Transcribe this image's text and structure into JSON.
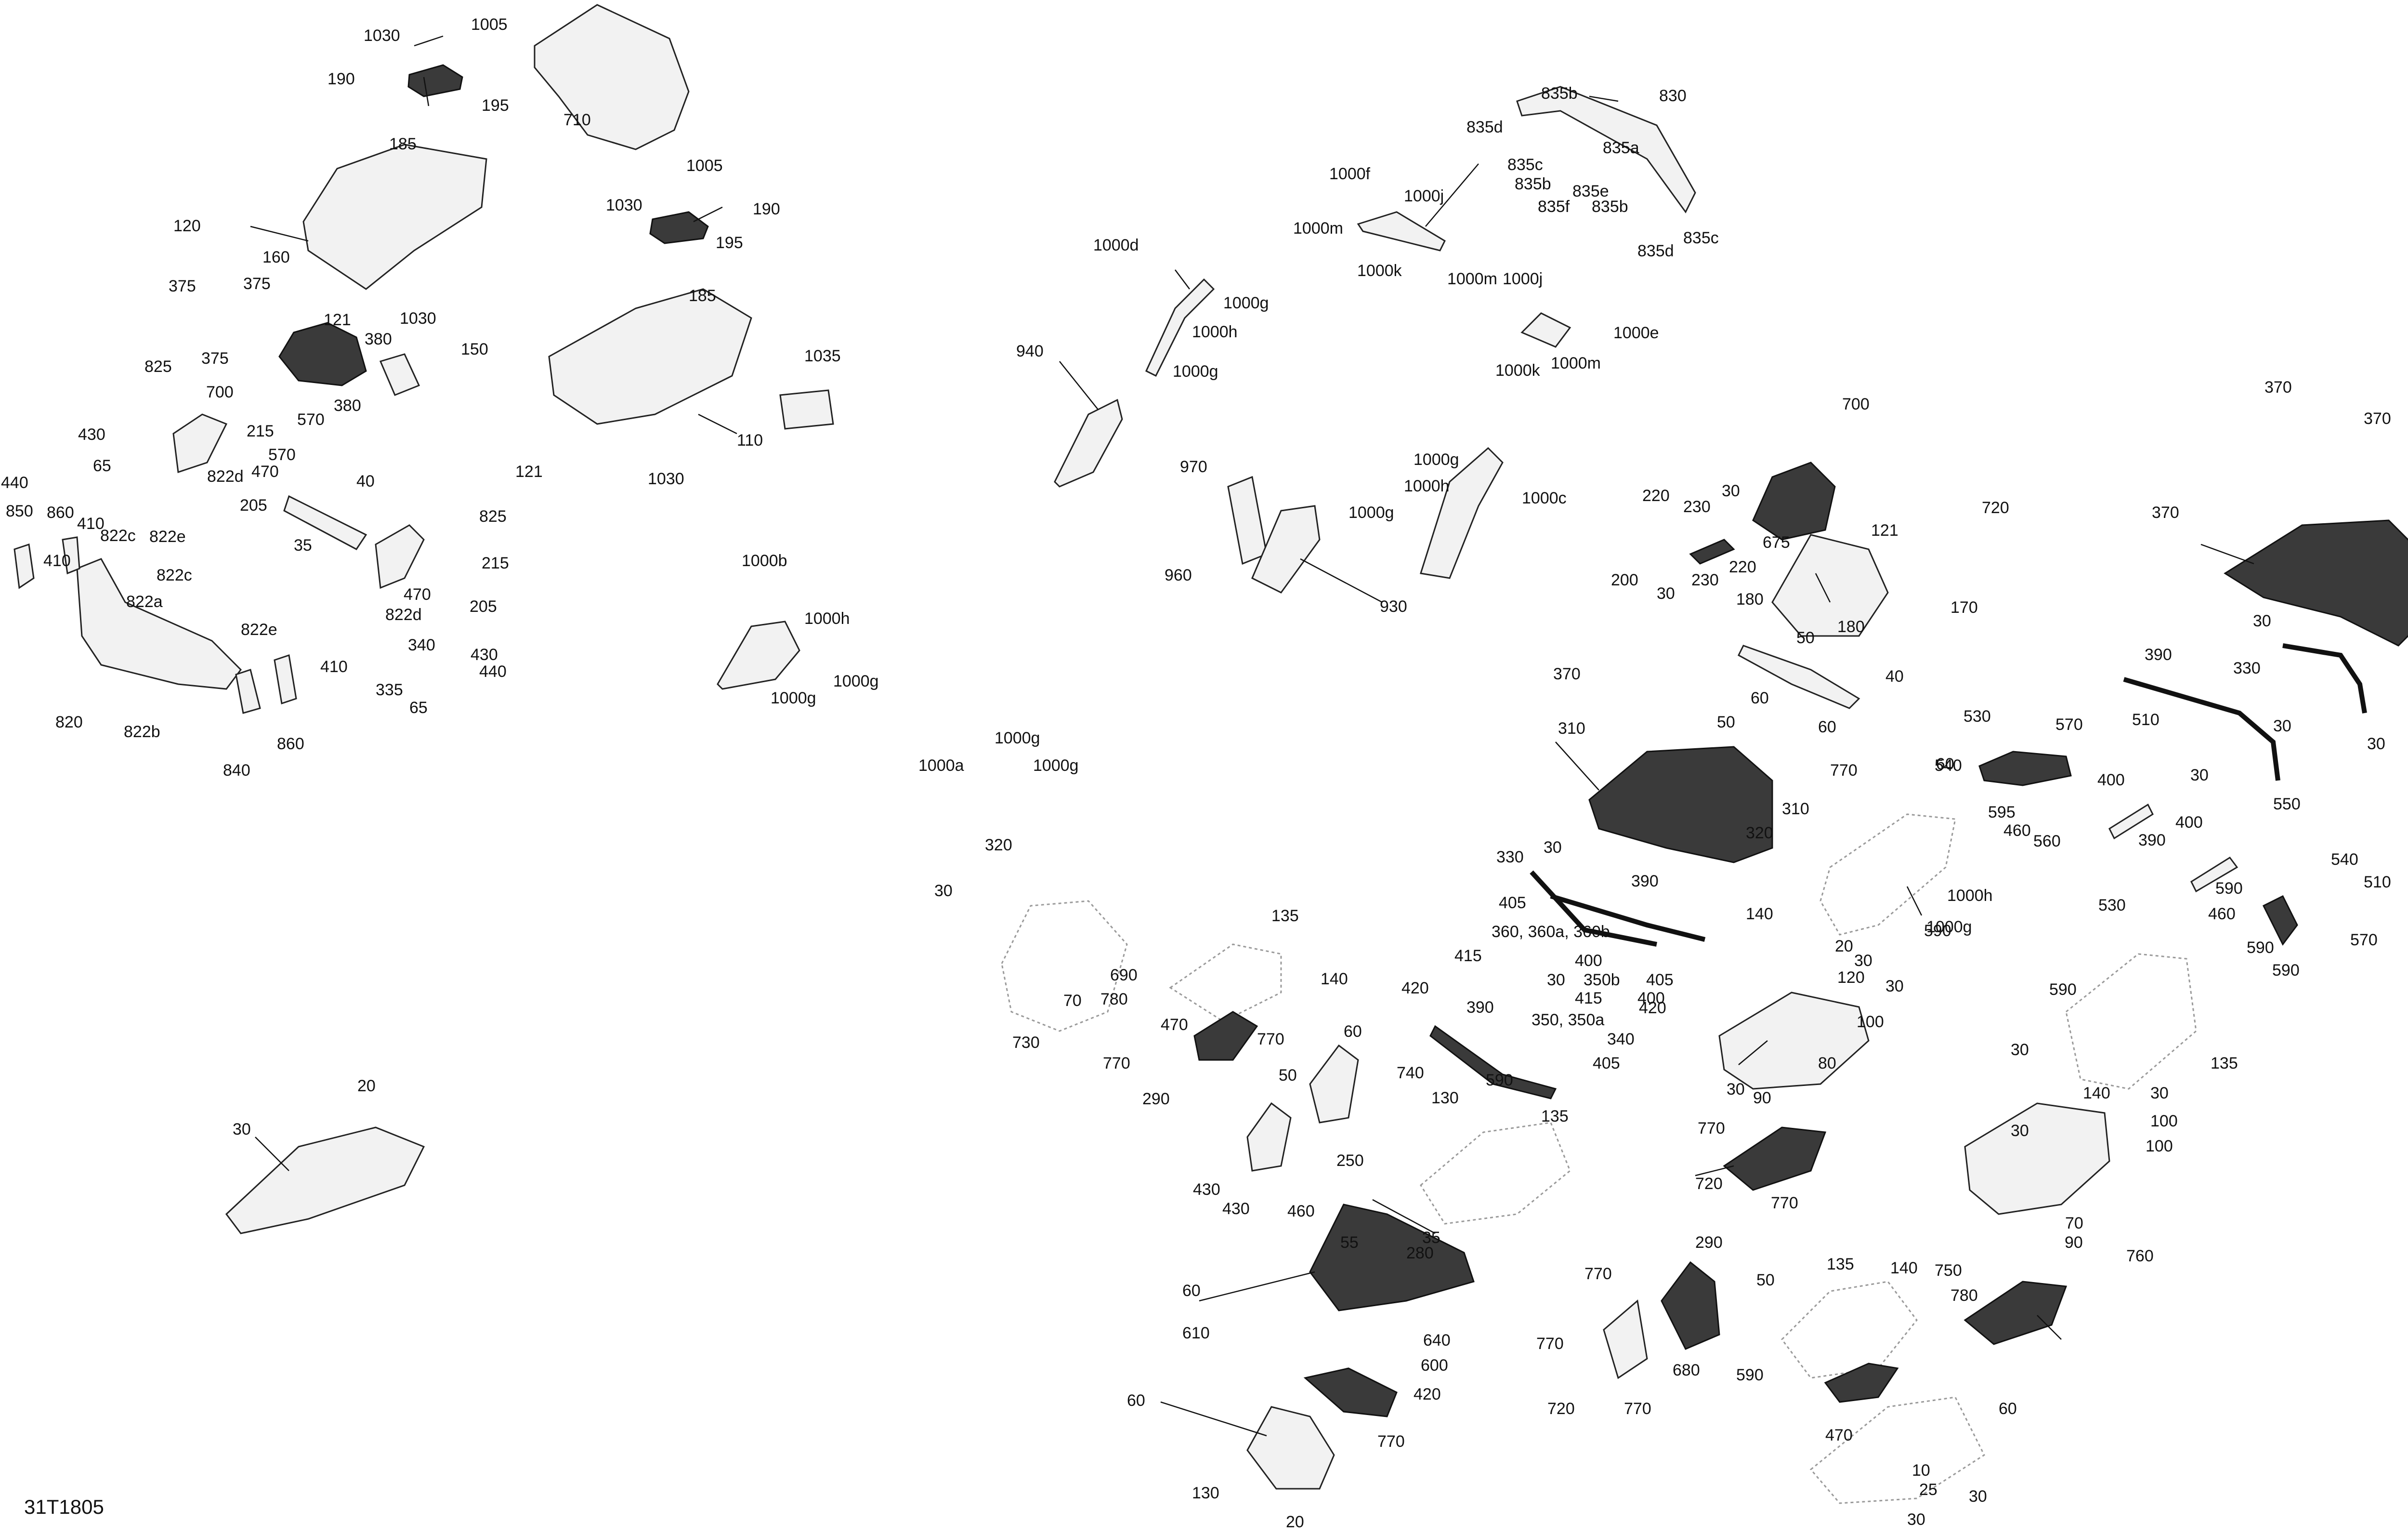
{
  "diagram_ref": "31T1805",
  "callouts": [
    "1030",
    "1005",
    "190",
    "195",
    "185",
    "120",
    "160",
    "375",
    "375",
    "375",
    "121",
    "1030",
    "700",
    "380",
    "380",
    "150",
    "570",
    "570",
    "825",
    "215",
    "470",
    "205",
    "822d",
    "430",
    "440",
    "65",
    "40",
    "850",
    "860",
    "410",
    "410",
    "822c",
    "822e",
    "822c",
    "822e",
    "822a",
    "822b",
    "820",
    "840",
    "860",
    "410",
    "35",
    "825",
    "215",
    "470",
    "822d",
    "205",
    "340",
    "335",
    "430",
    "440",
    "65",
    "710",
    "1005",
    "1030",
    "190",
    "195",
    "185",
    "110",
    "121",
    "1030",
    "1035",
    "1000b",
    "1000h",
    "1000g",
    "1000g",
    "835b",
    "830",
    "835d",
    "835a",
    "835c",
    "835b",
    "835e",
    "835f",
    "835b",
    "835c",
    "835d",
    "1000f",
    "1000j",
    "1000m",
    "1000k",
    "1000m",
    "1000j",
    "1000e",
    "1000k",
    "1000m",
    "1000d",
    "1000g",
    "1000h",
    "1000g",
    "940",
    "970",
    "960",
    "930",
    "1000g",
    "1000h",
    "1000c",
    "1000g",
    "700",
    "720",
    "220",
    "230",
    "30",
    "220",
    "200",
    "230",
    "30",
    "675",
    "121",
    "180",
    "170",
    "180",
    "50",
    "40",
    "60",
    "50",
    "60",
    "370",
    "310",
    "370",
    "370",
    "370",
    "310",
    "320",
    "30",
    "330",
    "390",
    "30",
    "30",
    "510",
    "530",
    "570",
    "540",
    "595",
    "460",
    "560",
    "400",
    "390",
    "30",
    "550",
    "400",
    "590",
    "530",
    "540",
    "510",
    "460",
    "570",
    "590",
    "590",
    "60",
    "770",
    "1000h",
    "1000g",
    "1000g",
    "1000g",
    "1000a",
    "320",
    "30",
    "330",
    "30",
    "390",
    "405",
    "360, 360a, 360b",
    "415",
    "400",
    "30",
    "390",
    "350, 350a",
    "350b",
    "415",
    "405",
    "400",
    "420",
    "340",
    "405",
    "420",
    "130",
    "590",
    "135",
    "140",
    "20",
    "30",
    "120",
    "30",
    "100",
    "30",
    "80",
    "90",
    "770",
    "720",
    "770",
    "590",
    "135",
    "140",
    "470",
    "690",
    "780",
    "70",
    "730",
    "770",
    "770",
    "50",
    "60",
    "290",
    "740",
    "430",
    "460",
    "430",
    "250",
    "55",
    "35",
    "280",
    "60",
    "640",
    "600",
    "610",
    "420",
    "770",
    "60",
    "130",
    "20",
    "590",
    "135",
    "30",
    "140",
    "30",
    "100",
    "30",
    "100",
    "70",
    "90",
    "750",
    "780",
    "760",
    "60",
    "290",
    "50",
    "770",
    "770",
    "720",
    "770",
    "680",
    "590",
    "135",
    "140",
    "470",
    "10",
    "25",
    "30",
    "30",
    "30",
    "20"
  ]
}
